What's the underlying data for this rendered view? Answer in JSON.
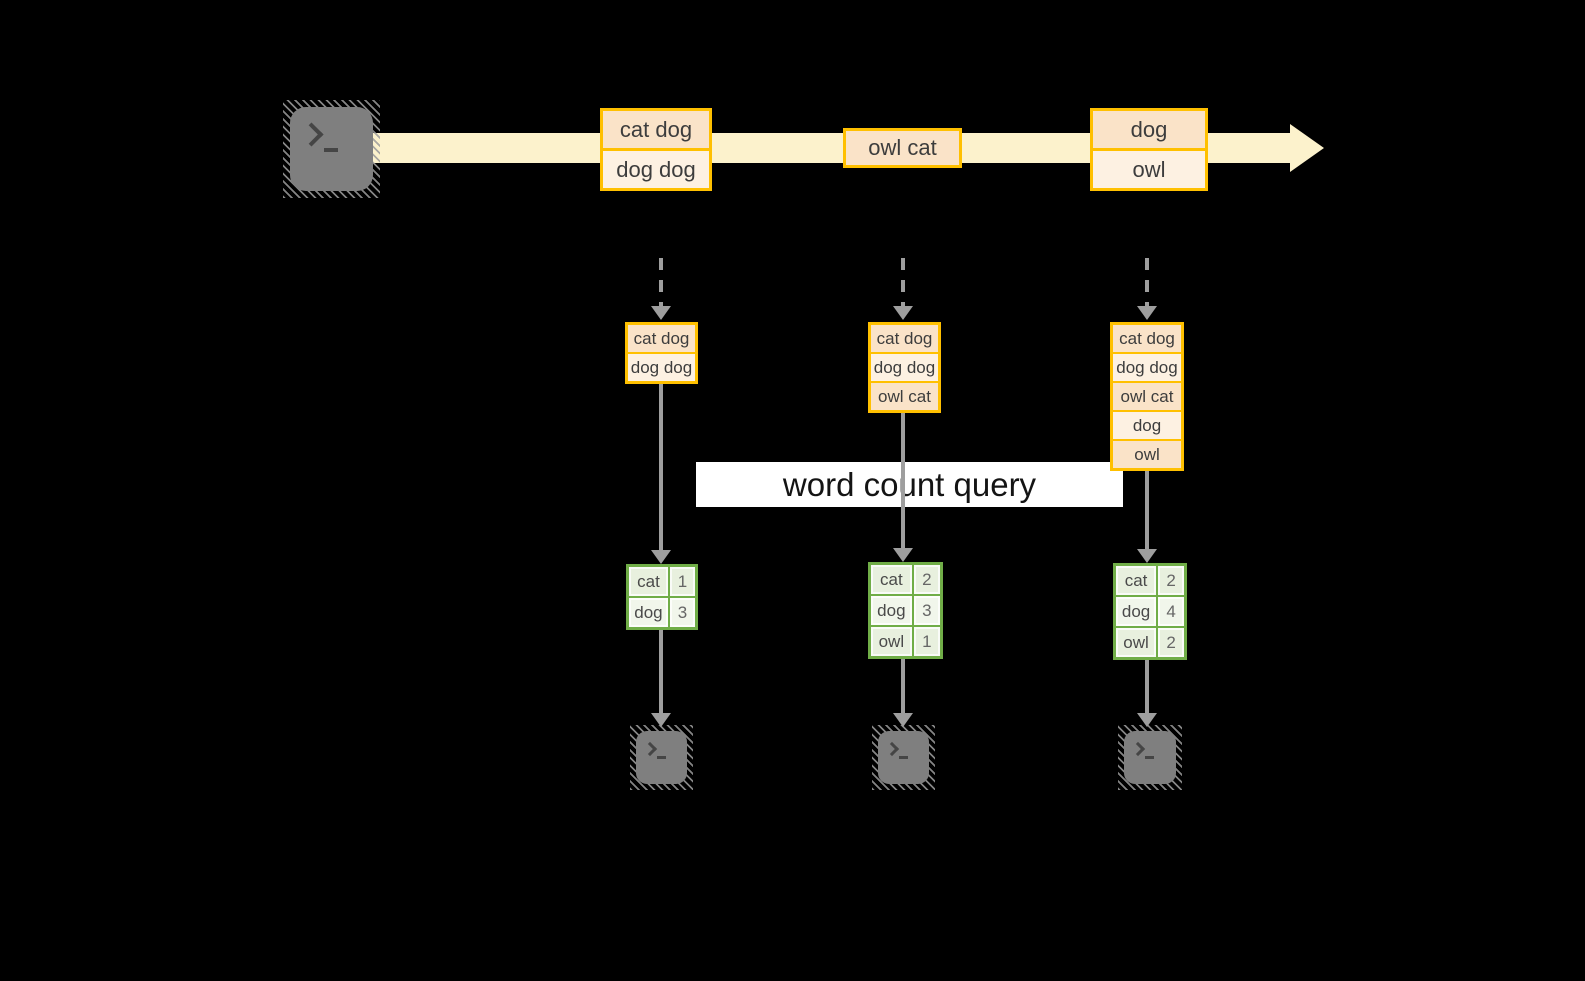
{
  "title_banner": {
    "label": "word count query"
  },
  "stream": {
    "records": [
      {
        "lines": [
          "cat dog",
          "dog dog"
        ]
      },
      {
        "lines": [
          "owl cat"
        ]
      },
      {
        "lines": [
          "dog",
          "owl"
        ]
      }
    ]
  },
  "columns": [
    {
      "batch_lines": [
        "cat dog",
        "dog dog"
      ],
      "word_counts": [
        {
          "word": "cat",
          "count": "1"
        },
        {
          "word": "dog",
          "count": "3"
        }
      ]
    },
    {
      "batch_lines": [
        "cat dog",
        "dog dog",
        "owl cat"
      ],
      "word_counts": [
        {
          "word": "cat",
          "count": "2"
        },
        {
          "word": "dog",
          "count": "3"
        },
        {
          "word": "owl",
          "count": "1"
        }
      ]
    },
    {
      "batch_lines": [
        "cat dog",
        "dog dog",
        "owl cat",
        "dog",
        "owl"
      ],
      "word_counts": [
        {
          "word": "cat",
          "count": "2"
        },
        {
          "word": "dog",
          "count": "4"
        },
        {
          "word": "owl",
          "count": "2"
        }
      ]
    }
  ],
  "icons": {
    "source": "terminal-prompt-icon",
    "sinks": [
      "terminal-prompt-icon",
      "terminal-prompt-icon",
      "terminal-prompt-icon"
    ],
    "terminal_glyph": ">_"
  },
  "colors": {
    "gold_border": "#ffc000",
    "peach_fill": "#fae3c8",
    "cream_fill": "#fdf1e2",
    "stream_band": "#fcf2cc",
    "green_border": "#70ad47",
    "green_fill_a": "#e8f0de",
    "green_fill_b": "#f1f6eb",
    "arrow_gray": "#9e9e9e",
    "terminal_gray": "#7f7f7f",
    "banner_bg": "#ffffff"
  }
}
